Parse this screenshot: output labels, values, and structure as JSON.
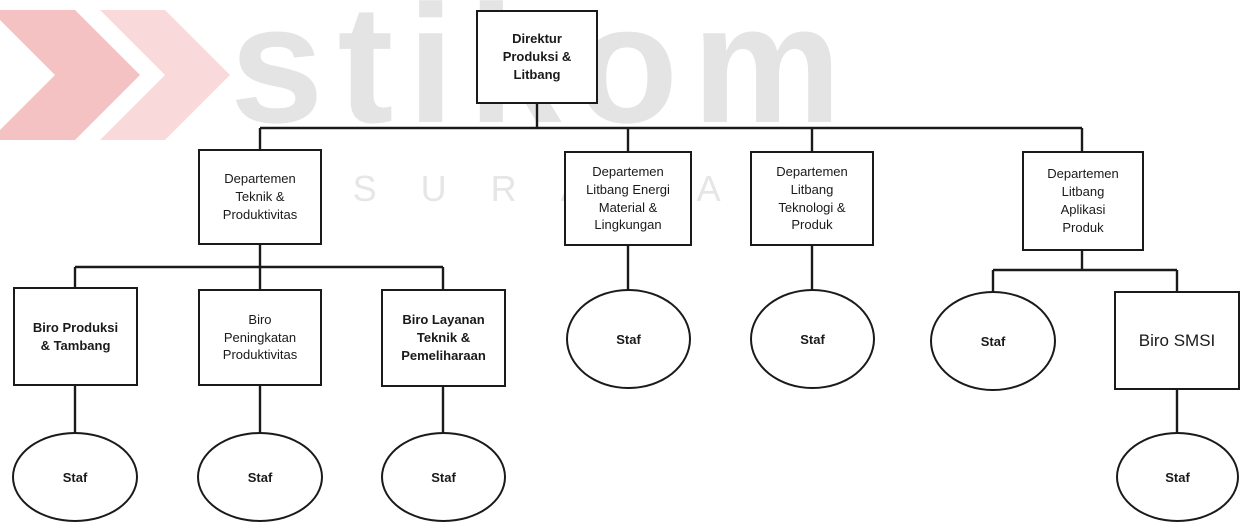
{
  "watermark": {
    "logo_text": "STIKOM",
    "sub_text": "SURABAYA",
    "logo_colors": {
      "gray": "#e2e2e2",
      "pink": "#f4c2c2"
    }
  },
  "org_chart": {
    "director": "Direktur\nProduksi &\nLitbang",
    "departments": {
      "teknik": "Departemen\nTeknik &\nProduktivitas",
      "energi": "Departemen\nLitbang Energi\nMaterial &\nLingkungan",
      "teknologi": "Departemen\nLitbang\nTeknologi &\nProduk",
      "aplikasi": "Departemen\nLitbang\nAplikasi\nProduk"
    },
    "bureaus": {
      "produksi": "Biro Produksi\n& Tambang",
      "peningkatan": "Biro\nPeningkatan\nProduktivitas",
      "layanan": "Biro Layanan\nTeknik &\nPemeliharaan",
      "smsi": "Biro SMSI"
    },
    "staff_label": "Staf"
  }
}
